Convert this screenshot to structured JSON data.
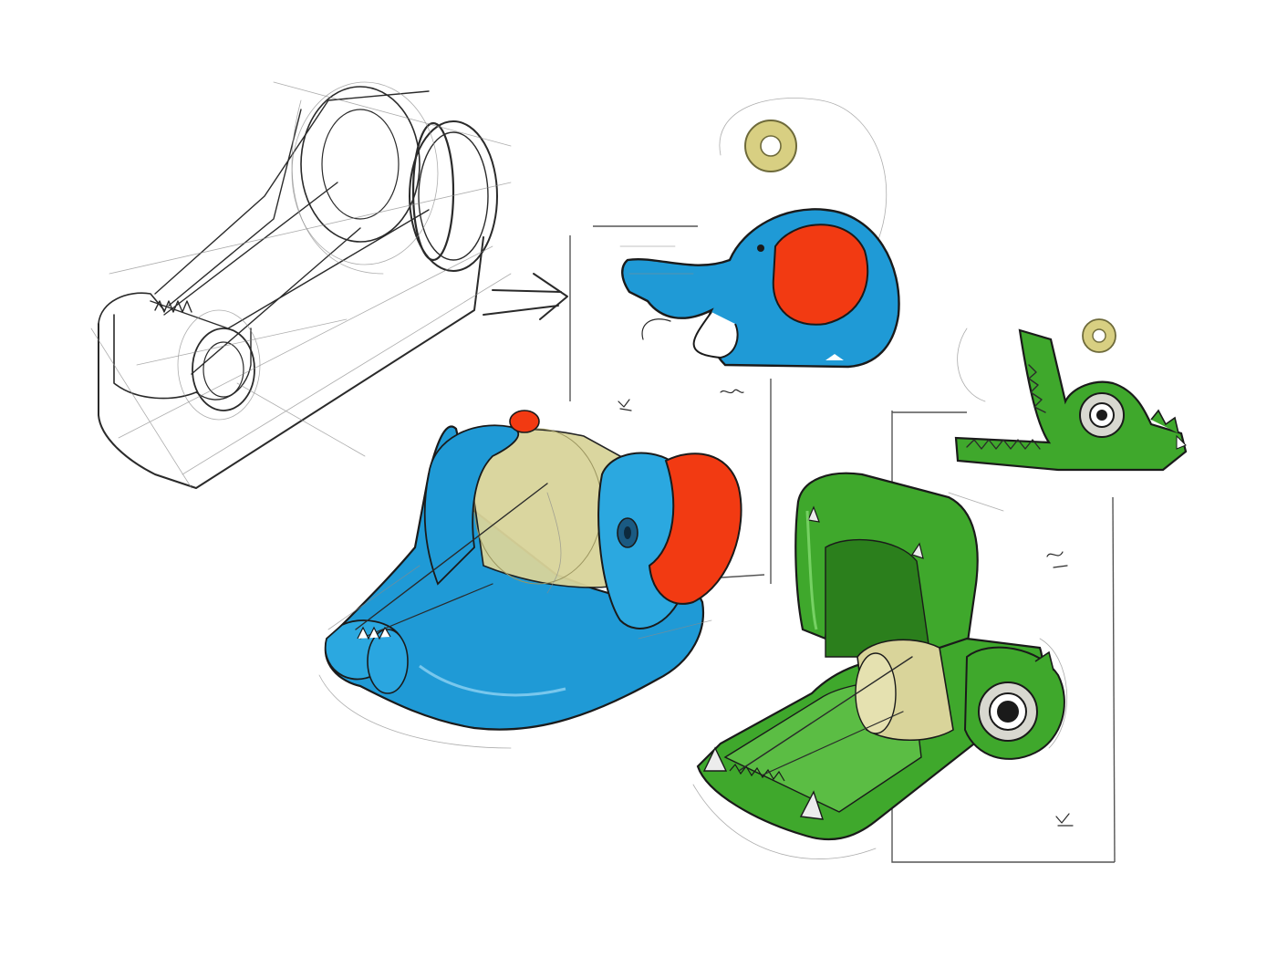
{
  "colors": {
    "background": "#ffffff",
    "elephant_blue": "#1f9ad6",
    "elephant_ear_red": "#f23a12",
    "tape_yellow": "#d9d49a",
    "croc_green": "#3fa82c",
    "croc_green_dark": "#2b7f1c",
    "washer_gold": "#d8cf82"
  },
  "sketches": [
    {
      "id": "line-sketch",
      "icon": "tape-dispenser-line-sketch"
    },
    {
      "id": "arrow",
      "icon": "right-arrow-icon"
    },
    {
      "id": "elephant-side",
      "icon": "elephant-icon"
    },
    {
      "id": "elephant-3d",
      "icon": "elephant-tape-dispenser"
    },
    {
      "id": "croc-side",
      "icon": "crocodile-icon"
    },
    {
      "id": "croc-3d",
      "icon": "crocodile-tape-dispenser"
    },
    {
      "id": "washer-1",
      "icon": "washer-ring-icon"
    },
    {
      "id": "washer-2",
      "icon": "washer-ring-icon"
    }
  ]
}
